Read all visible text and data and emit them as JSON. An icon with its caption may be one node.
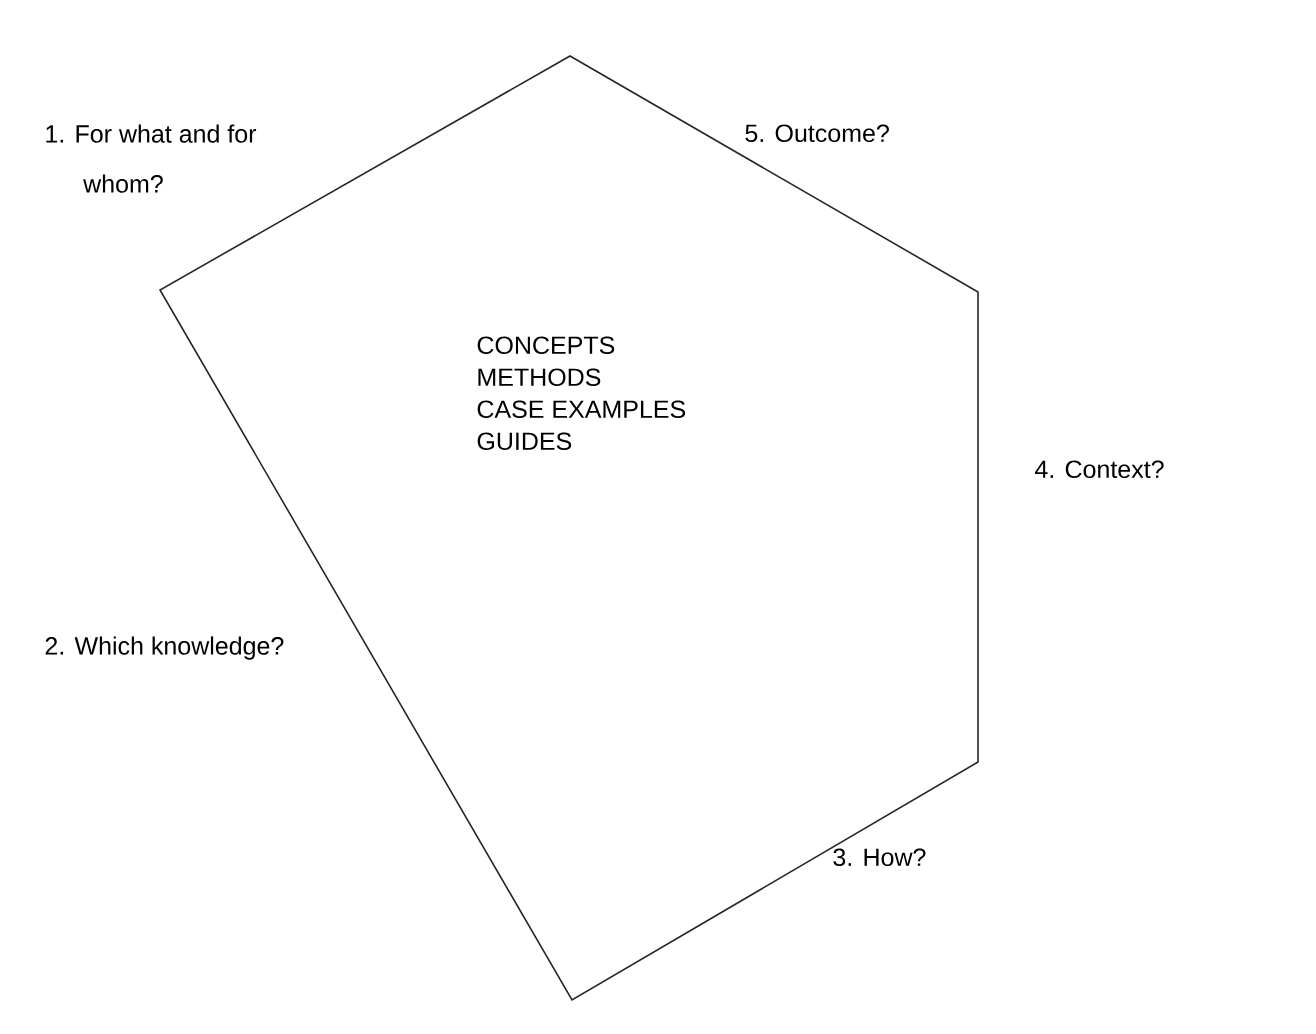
{
  "diagram": {
    "nodes": [
      {
        "text": [
          "CONCEPTS",
          "METHODS",
          "CASE EXAMPLES",
          "GUIDES"
        ]
      }
    ],
    "labels": [
      "1. For what and for whom?",
      "5. Outcome?",
      "4. Context?",
      "2. Which knowledge?",
      "3. How?"
    ]
  }
}
